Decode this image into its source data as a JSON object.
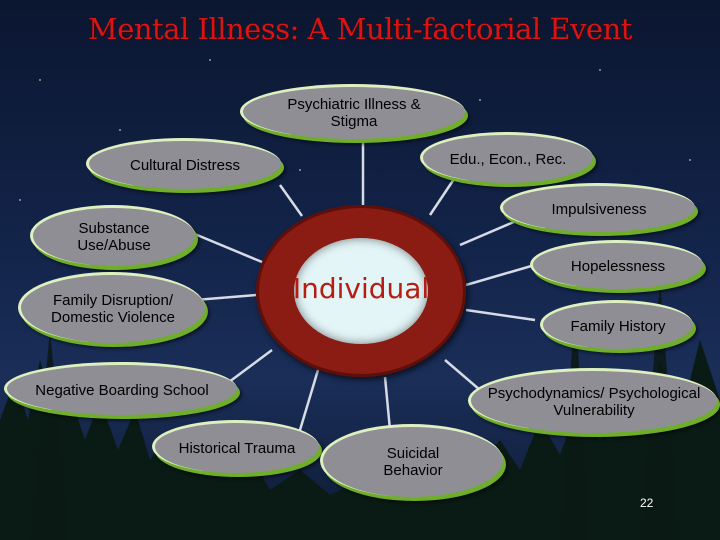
{
  "title": "Mental Illness: A Multi-factorial Event",
  "center": "Individual",
  "factors": {
    "psychiatric": "Psychiatric Illness & Stigma",
    "cultural": "Cultural Distress",
    "edu": "Edu., Econ., Rec.",
    "impulsiveness": "Impulsiveness",
    "substance": "Substance Use/Abuse",
    "hopelessness": "Hopelessness",
    "family_disruption": "Family Disruption/ Domestic Violence",
    "family_history": "Family History",
    "boarding": "Negative Boarding School",
    "psychodynamics": "Psychodynamics/ Psychological Vulnerability",
    "historical": "Historical Trauma",
    "suicidal": "Suicidal Behavior"
  },
  "page_number": "22",
  "colors": {
    "title": "#d81414",
    "node": "#8e8e94",
    "node_shadow": "#6fae2a",
    "ring": "#8a1c14",
    "center": "#e3f5f7",
    "connector": "#d6dbe6"
  }
}
